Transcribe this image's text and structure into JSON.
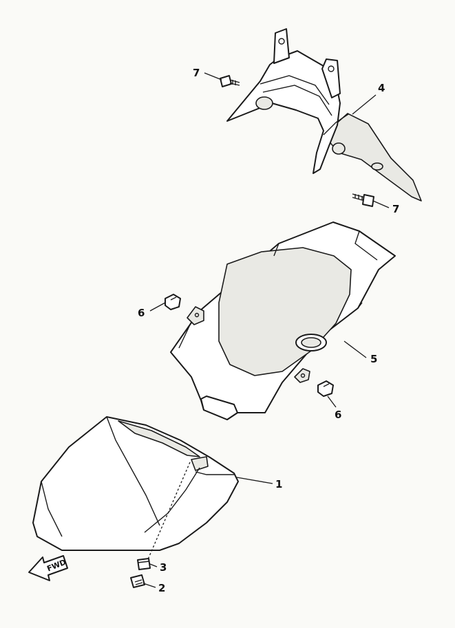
{
  "diagram": {
    "callouts": {
      "c1": "1",
      "c2": "2",
      "c3": "3",
      "c4": "4",
      "c5": "5",
      "c6a": "6",
      "c6b": "6",
      "c7a": "7",
      "c7b": "7"
    },
    "direction_label": "FWD",
    "line_color": "#1a1a1a"
  }
}
